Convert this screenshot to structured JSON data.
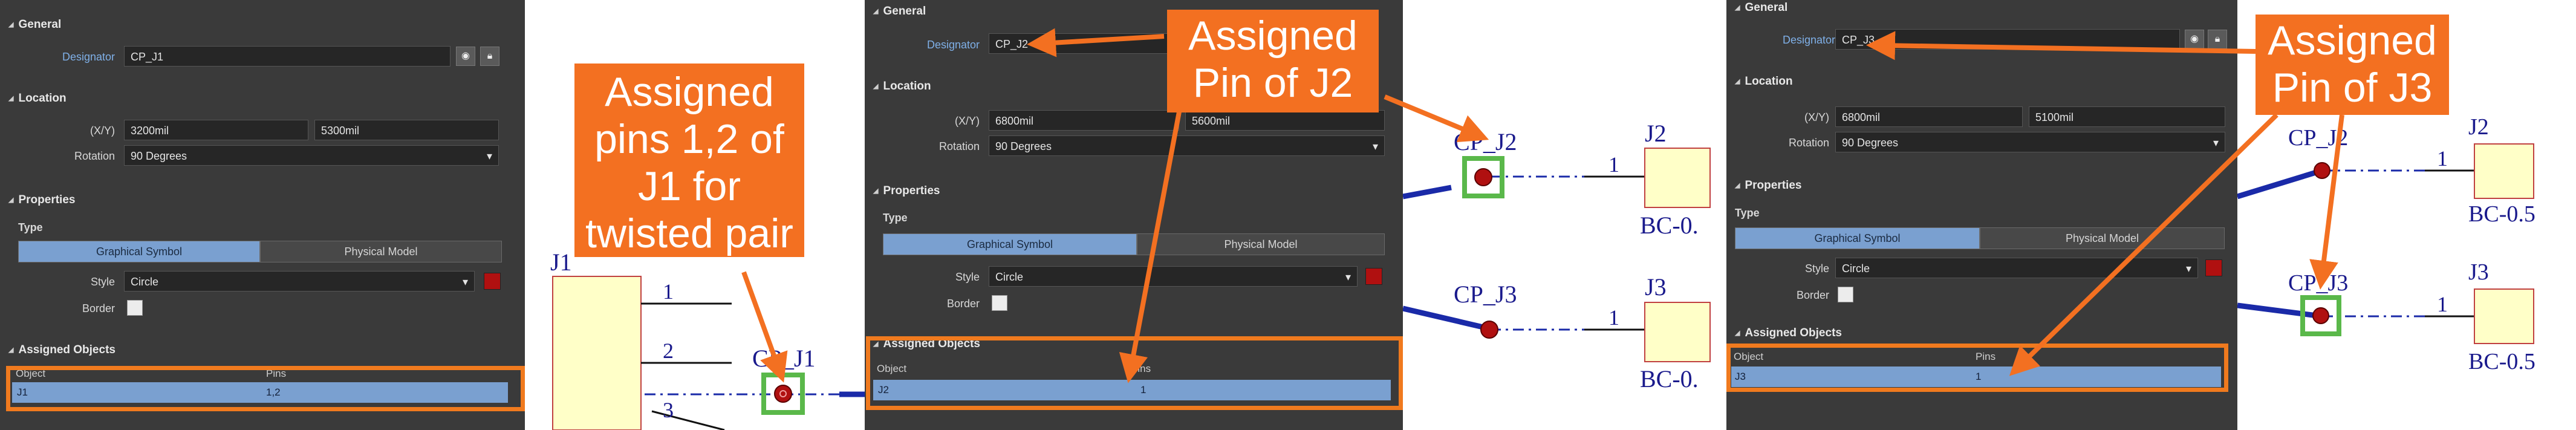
{
  "panels": [
    {
      "general": "General",
      "designator_label": "Designator",
      "designator_value": "CP_J1",
      "location": "Location",
      "xy_label": "(X/Y)",
      "x_value": "3200mil",
      "y_value": "5300mil",
      "rotation_label": "Rotation",
      "rotation_value": "90 Degrees",
      "properties": "Properties",
      "type_label": "Type",
      "graphical": "Graphical Symbol",
      "physical": "Physical Model",
      "style_label": "Style",
      "style_value": "Circle",
      "border_label": "Border",
      "assigned": "Assigned Objects",
      "col_object": "Object",
      "col_pins": "Pins",
      "row_object": "J1",
      "row_pins": "1,2"
    },
    {
      "general": "General",
      "designator_label": "Designator",
      "designator_value": "CP_J2",
      "location": "Location",
      "xy_label": "(X/Y)",
      "x_value": "6800mil",
      "y_value": "5600mil",
      "rotation_label": "Rotation",
      "rotation_value": "90 Degrees",
      "properties": "Properties",
      "type_label": "Type",
      "graphical": "Graphical Symbol",
      "physical": "Physical Model",
      "style_label": "Style",
      "style_value": "Circle",
      "border_label": "Border",
      "assigned": "Assigned Objects",
      "col_object": "Object",
      "col_pins": "Pins",
      "row_object": "J2",
      "row_pins": "1"
    },
    {
      "general": "General",
      "designator_label": "Designator",
      "designator_value": "CP_J3",
      "location": "Location",
      "xy_label": "(X/Y)",
      "x_value": "6800mil",
      "y_value": "5100mil",
      "rotation_label": "Rotation",
      "rotation_value": "90 Degrees",
      "properties": "Properties",
      "type_label": "Type",
      "graphical": "Graphical Symbol",
      "physical": "Physical Model",
      "style_label": "Style",
      "style_value": "Circle",
      "border_label": "Border",
      "assigned": "Assigned Objects",
      "col_object": "Object",
      "col_pins": "Pins",
      "row_object": "J3",
      "row_pins": "1"
    }
  ],
  "callouts": {
    "c1": [
      "Assigned",
      "pins 1,2 of",
      "J1 for",
      "twisted pair"
    ],
    "c2": [
      "Assigned",
      "Pin of J2"
    ],
    "c3": [
      "Assigned",
      "Pin of J3"
    ]
  },
  "schematic": {
    "s1_comp": "J1",
    "s1_pin1": "1",
    "s1_pin2": "2",
    "s1_pin3": "3",
    "s1_cp": "CP_J1",
    "s2_cp1": "CP_J2",
    "s2_cp2": "CP_J3",
    "s2_j2": "J2",
    "s2_j3": "J3",
    "s2_pin1a": "1",
    "s2_pin1b": "1",
    "s2_bc1": "BC-0.",
    "s2_bc2": "BC-0.",
    "s3_cp1": "CP_J2",
    "s3_cp2": "CP_J3",
    "s3_j2": "J2",
    "s3_j3": "J3",
    "s3_pin1a": "1",
    "s3_pin1b": "1",
    "s3_bc1": "BC-0.5",
    "s3_bc2": "BC-0.5"
  },
  "colors": {
    "panel_bg": "#3a3a3a",
    "callout_orange": "#f37021",
    "highlight_green": "#5ab84a",
    "wire_blue": "#1a2aa8",
    "pad_red": "#b01010",
    "comp_yellow": "#ffffc8"
  }
}
